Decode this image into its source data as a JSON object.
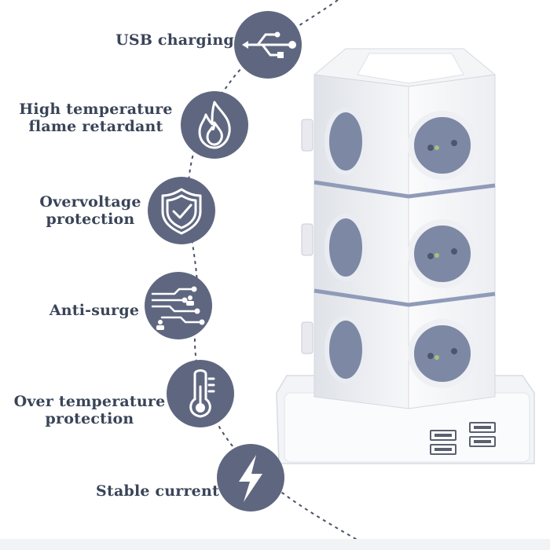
{
  "features": [
    {
      "label": "USB charging",
      "icon": "usb-icon"
    },
    {
      "label_line1": "High temperature",
      "label_line2": "flame retardant",
      "icon": "flame-icon"
    },
    {
      "label_line1": "Overvoltage",
      "label_line2": "protection",
      "icon": "shield-check-icon"
    },
    {
      "label": "Anti-surge",
      "icon": "circuit-icon"
    },
    {
      "label_line1": "Over temperature",
      "label_line2": "protection",
      "icon": "thermometer-icon"
    },
    {
      "label": "Stable current",
      "icon": "lightning-bolt-icon"
    }
  ],
  "colors": {
    "circle": "#5f6780",
    "icon_line": "#ffffff",
    "text": "#3a4458",
    "socket_blue": "#7d88a5",
    "tower_white": "#f7f8fa"
  }
}
